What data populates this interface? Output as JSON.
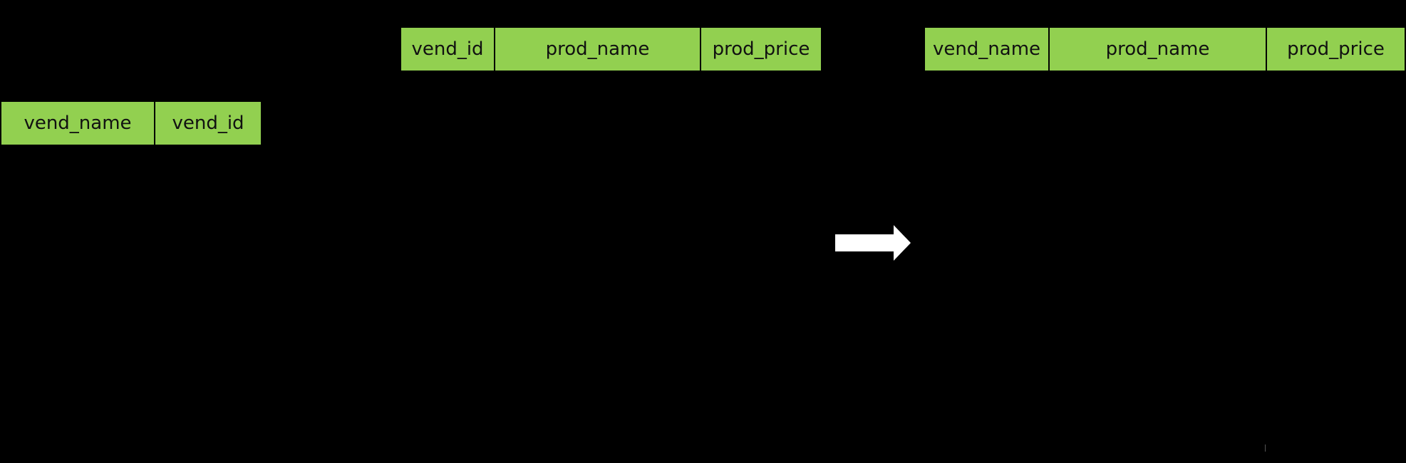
{
  "vendors_table": {
    "columns": [
      "vend_name",
      "vend_id"
    ]
  },
  "products_table": {
    "columns": [
      "vend_id",
      "prod_name",
      "prod_price"
    ]
  },
  "result_table": {
    "columns": [
      "vend_name",
      "prod_name",
      "prod_price"
    ]
  },
  "colors": {
    "background": "#000000",
    "header_fill": "#92d050",
    "header_text": "#111111",
    "arrow": "#ffffff"
  },
  "icons": {
    "arrow": "right-arrow-icon"
  }
}
